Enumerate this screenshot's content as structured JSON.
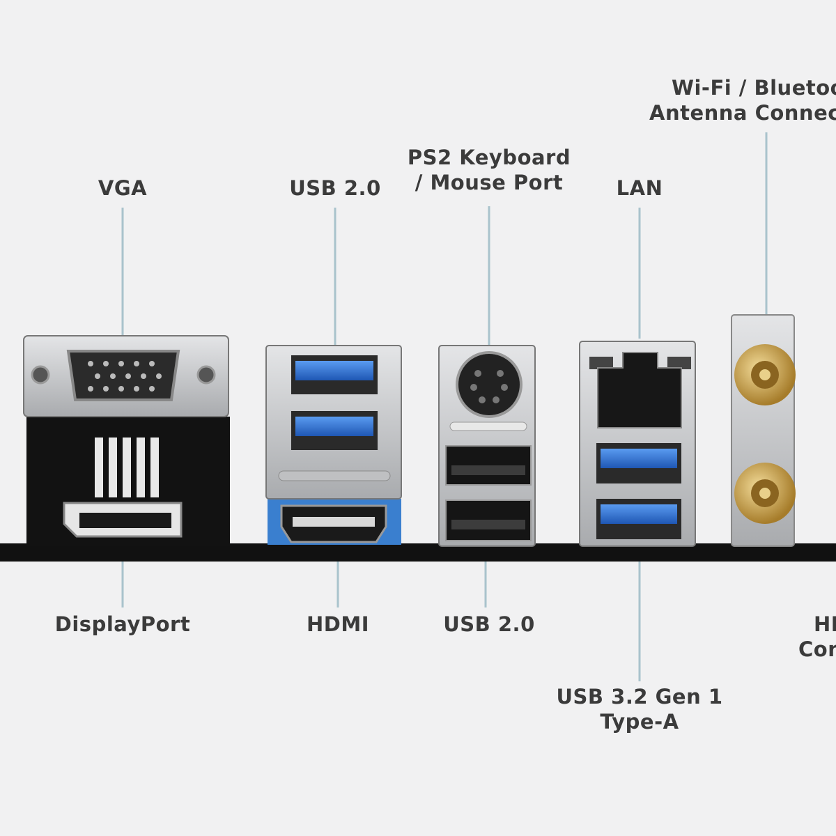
{
  "labels": {
    "vga": "VGA",
    "usb20_top": "USB 2.0",
    "ps2": [
      "PS2 Keyboard",
      "/ Mouse Port"
    ],
    "lan": "LAN",
    "wifi": [
      "Wi-Fi / Bluetooth",
      "Antenna Connectors"
    ],
    "displayport": "DisplayPort",
    "hdmi": "HDMI",
    "usb20_bottom": "USB 2.0",
    "usb32": [
      "USB 3.2 Gen 1",
      "Type-A"
    ],
    "hd_audio": [
      "HD Audio",
      "Connectors"
    ]
  },
  "colors": {
    "background": "#f1f1f2",
    "label_text": "#3b3b3b",
    "leader_line": "#a9c3cc",
    "usb3_blue": "#2f6fd0",
    "metal": "#c7c8ca",
    "panel_black": "#111111",
    "antenna_gold": "#c9a24b"
  }
}
